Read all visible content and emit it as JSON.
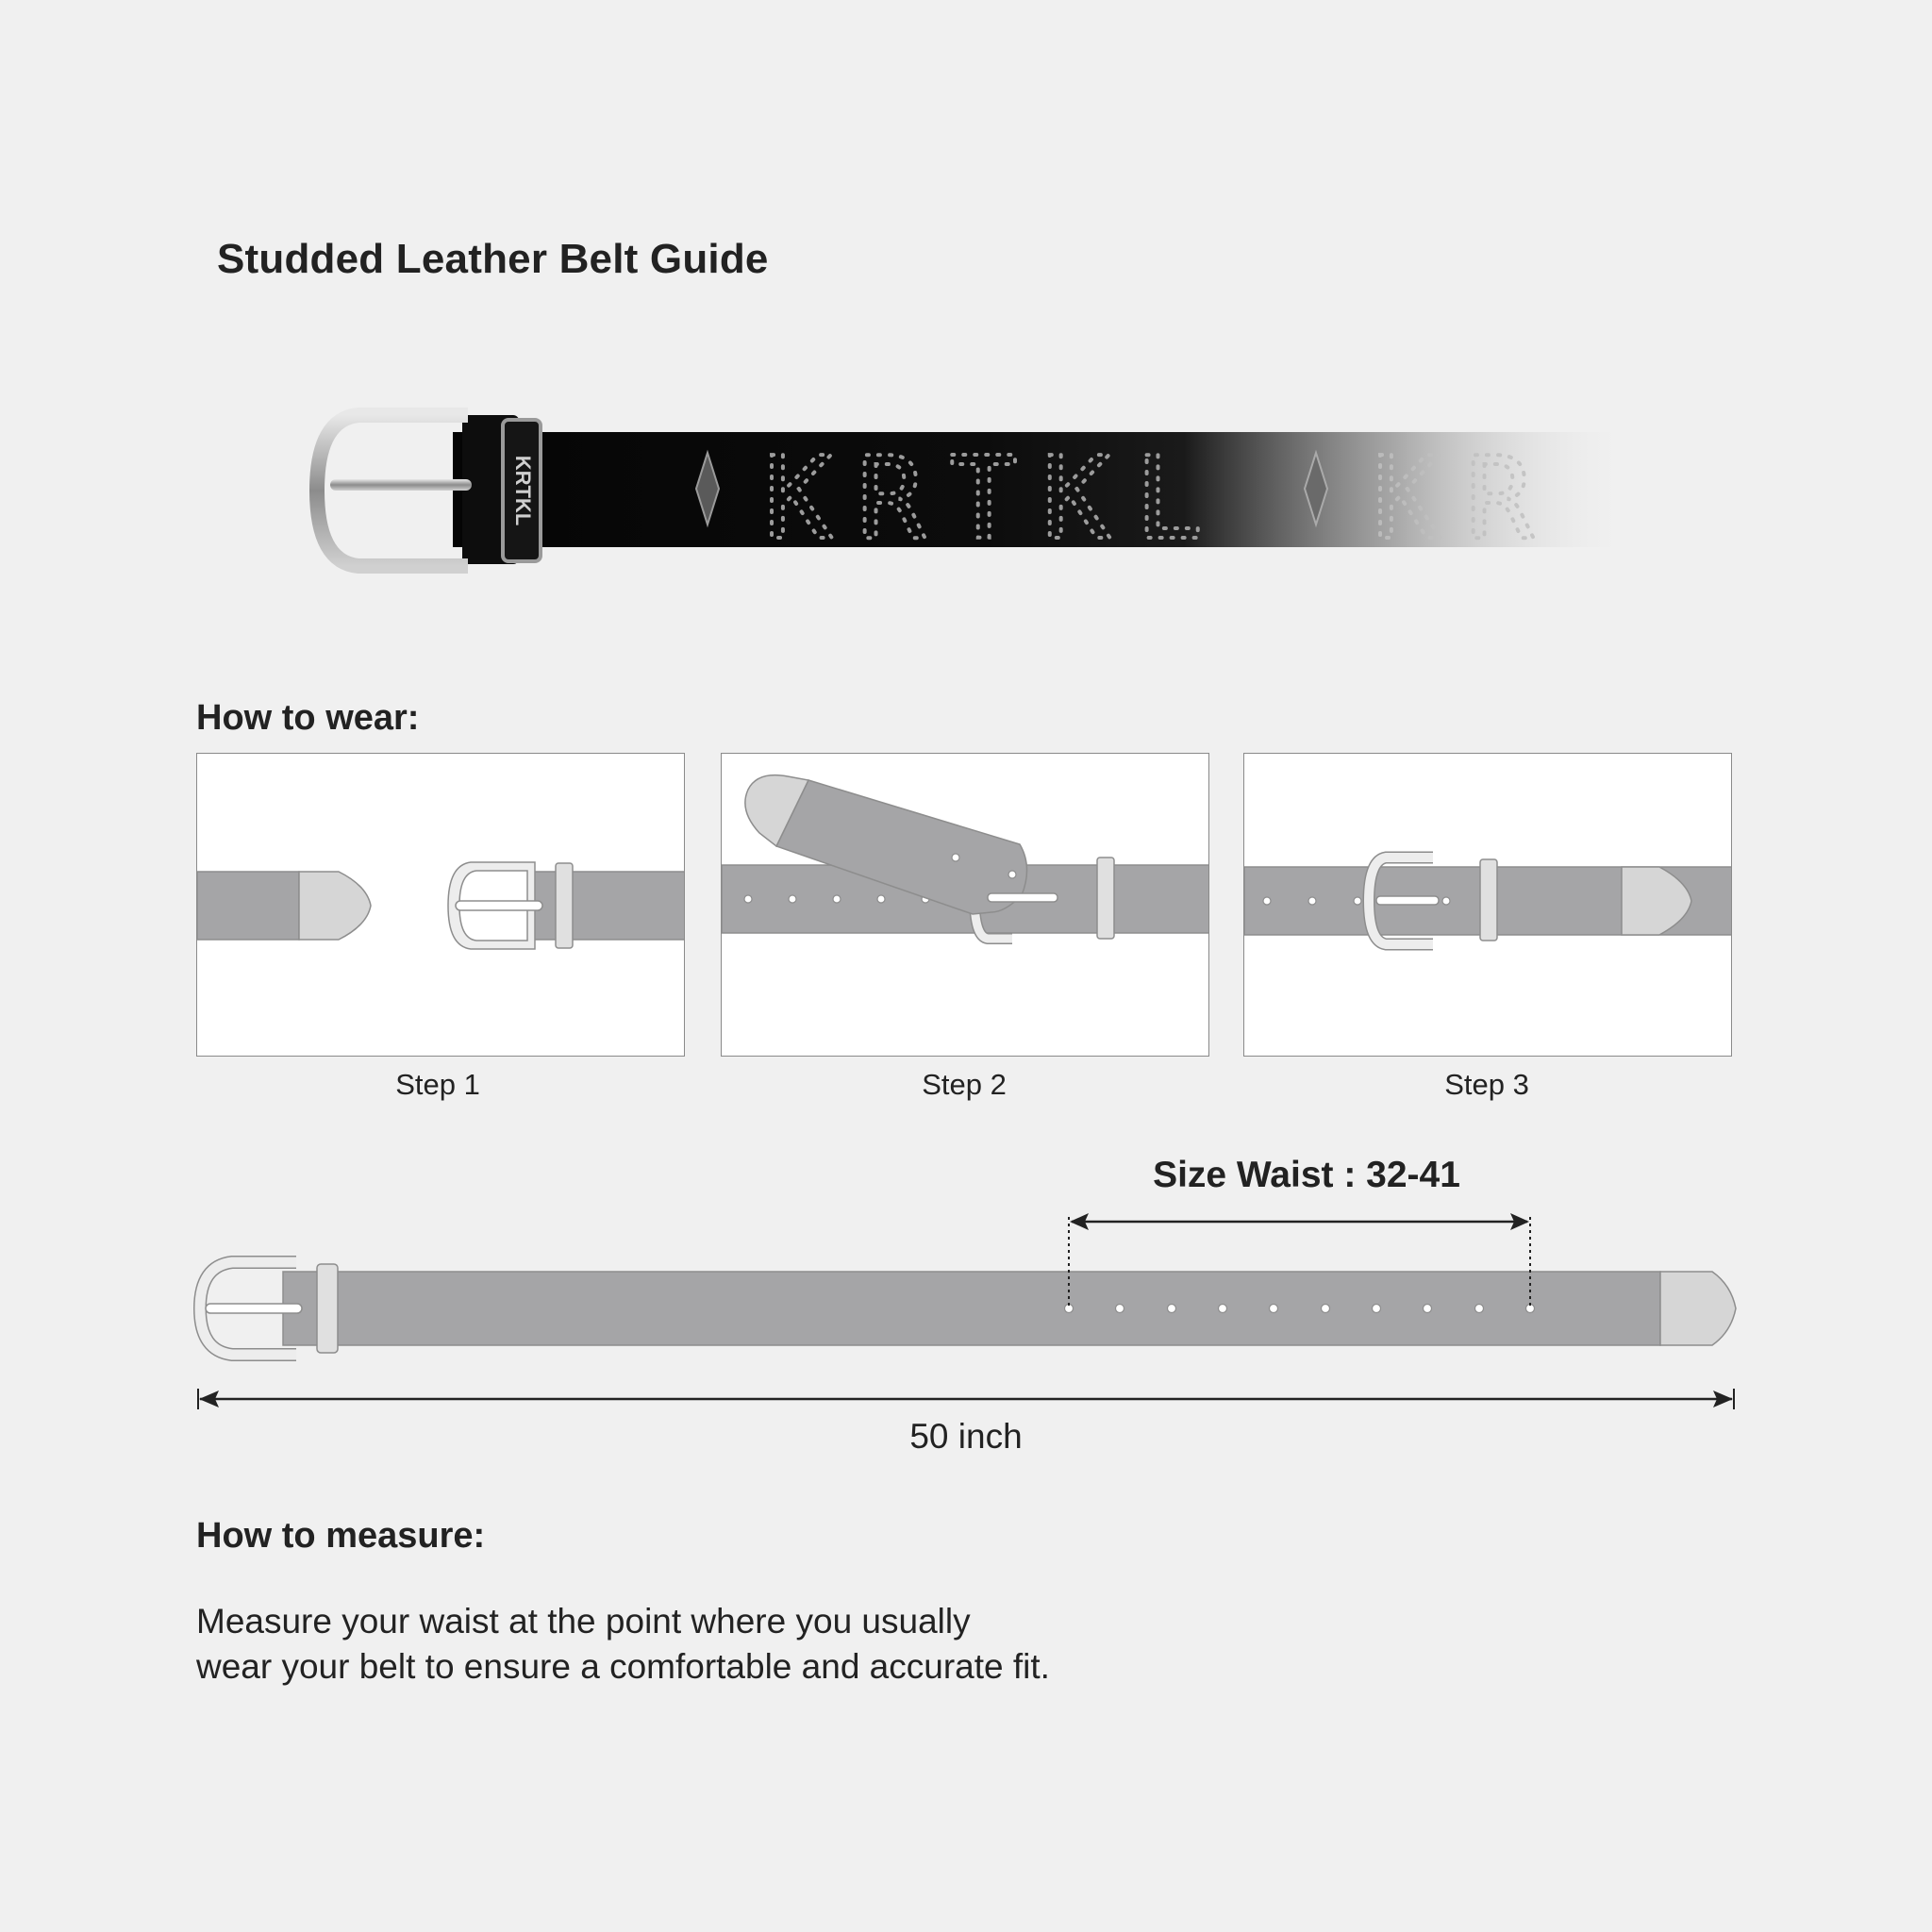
{
  "title": "Studded Leather Belt Guide",
  "belt_photo": {
    "keeper_logo": "KRTKL",
    "studded_text_1": "KRTKL",
    "studded_text_2": "KR"
  },
  "how_to_wear": {
    "heading": "How to wear:",
    "steps": [
      "Step 1",
      "Step 2",
      "Step 3"
    ]
  },
  "size_waist_label": "Size Waist : 32-41",
  "length_label": "50 inch",
  "how_to_measure": {
    "heading": "How to measure:",
    "lines": [
      "Measure your waist at the point where you usually",
      "wear your belt to ensure a comfortable and accurate fit."
    ]
  },
  "colors": {
    "background": "#f0f0f0",
    "strap_gray": "#a5a5a7",
    "tip_gray": "#d6d6d6",
    "leather_black": "#0a0a0a"
  }
}
